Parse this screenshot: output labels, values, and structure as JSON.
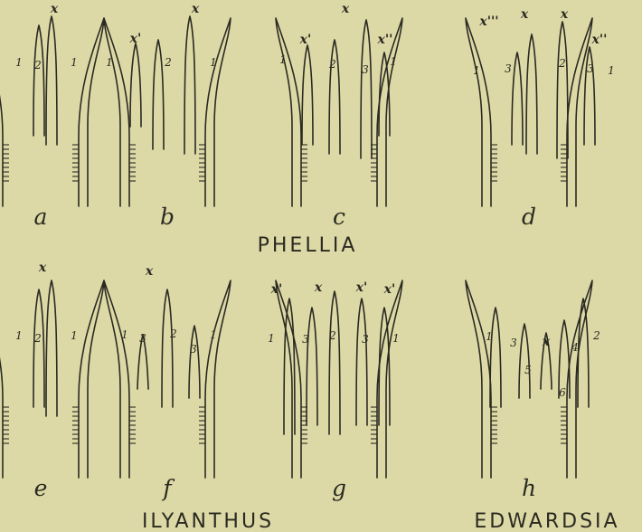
{
  "figure": {
    "panels": [
      {
        "letter": "a",
        "labels": [
          {
            "t": "x",
            "k": "mark"
          },
          {
            "t": "1",
            "k": "num"
          },
          {
            "t": "2",
            "k": "num"
          },
          {
            "t": "1",
            "k": "num"
          }
        ]
      },
      {
        "letter": "b",
        "labels": [
          {
            "t": "x",
            "k": "mark"
          },
          {
            "t": "x'",
            "k": "mark"
          },
          {
            "t": "1",
            "k": "num"
          },
          {
            "t": "2",
            "k": "num"
          },
          {
            "t": "1",
            "k": "num"
          }
        ]
      },
      {
        "letter": "c",
        "labels": [
          {
            "t": "x",
            "k": "mark"
          },
          {
            "t": "x'",
            "k": "mark"
          },
          {
            "t": "x''",
            "k": "mark"
          },
          {
            "t": "1",
            "k": "num"
          },
          {
            "t": "2",
            "k": "num"
          },
          {
            "t": "3",
            "k": "num"
          },
          {
            "t": "1",
            "k": "num"
          }
        ]
      },
      {
        "letter": "d",
        "labels": [
          {
            "t": "x'''",
            "k": "mark"
          },
          {
            "t": "x",
            "k": "mark"
          },
          {
            "t": "x",
            "k": "mark"
          },
          {
            "t": "x''",
            "k": "mark"
          },
          {
            "t": "1",
            "k": "num"
          },
          {
            "t": "3",
            "k": "num"
          },
          {
            "t": "2",
            "k": "num"
          },
          {
            "t": "3",
            "k": "num"
          },
          {
            "t": "1",
            "k": "num"
          }
        ]
      },
      {
        "letter": "e",
        "labels": [
          {
            "t": "x",
            "k": "mark"
          },
          {
            "t": "1",
            "k": "num"
          },
          {
            "t": "2",
            "k": "num"
          },
          {
            "t": "1",
            "k": "num"
          }
        ]
      },
      {
        "letter": "f",
        "labels": [
          {
            "t": "x",
            "k": "mark"
          },
          {
            "t": "1",
            "k": "num"
          },
          {
            "t": "3",
            "k": "num"
          },
          {
            "t": "2",
            "k": "num"
          },
          {
            "t": "3",
            "k": "num"
          },
          {
            "t": "1",
            "k": "num"
          }
        ]
      },
      {
        "letter": "g",
        "labels": [
          {
            "t": "x'",
            "k": "mark"
          },
          {
            "t": "x",
            "k": "mark"
          },
          {
            "t": "x'",
            "k": "mark"
          },
          {
            "t": "x'",
            "k": "mark"
          },
          {
            "t": "1",
            "k": "num"
          },
          {
            "t": "3",
            "k": "num"
          },
          {
            "t": "2",
            "k": "num"
          },
          {
            "t": "3",
            "k": "num"
          },
          {
            "t": "1",
            "k": "num"
          }
        ]
      },
      {
        "letter": "h",
        "labels": [
          {
            "t": "1",
            "k": "num"
          },
          {
            "t": "3",
            "k": "num"
          },
          {
            "t": "5",
            "k": "num"
          },
          {
            "t": "x",
            "k": "mark"
          },
          {
            "t": "6",
            "k": "num"
          },
          {
            "t": "4",
            "k": "num"
          },
          {
            "t": "2",
            "k": "num"
          }
        ]
      }
    ],
    "genera": [
      "PHELLIA",
      "ILYANTHUS",
      "EDWARDSIA"
    ]
  }
}
